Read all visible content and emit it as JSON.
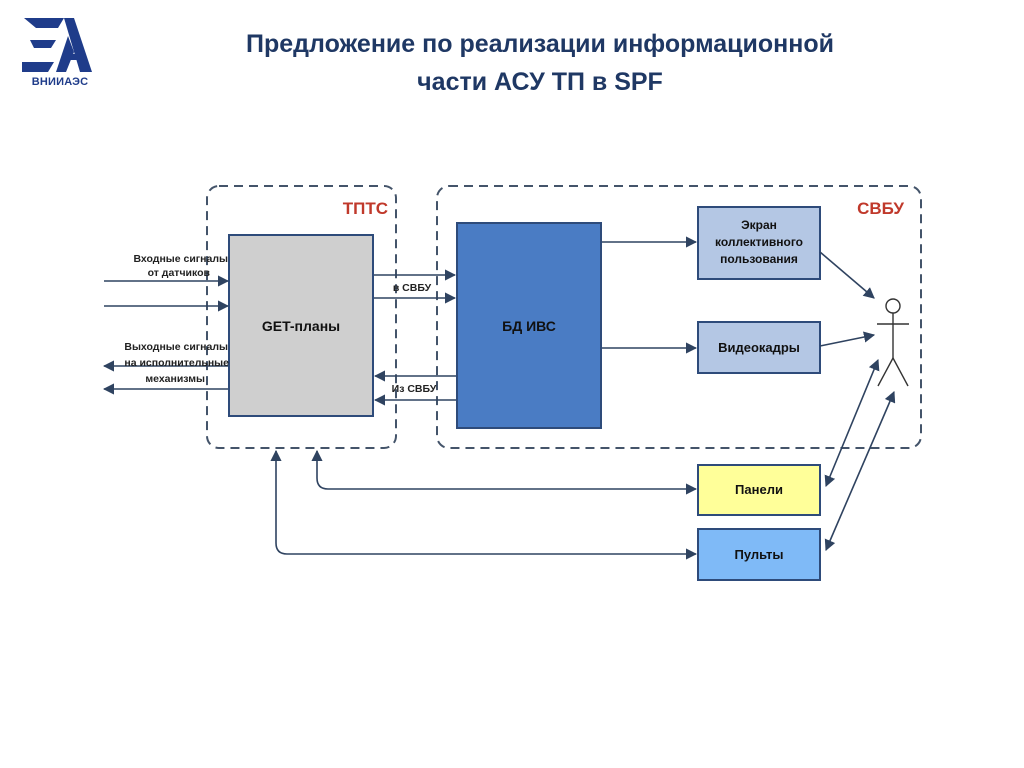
{
  "logo": {
    "caption": "ВНИИАЭС",
    "primary_color": "#1f3c8a"
  },
  "title": {
    "line1": "Предложение по реализации информационной",
    "line2": "части АСУ ТП в SPF"
  },
  "diagram": {
    "groups": {
      "tptc": "ТПТС",
      "svbu": "СВБУ"
    },
    "blocks": {
      "get_plans": "GET-планы",
      "bd_ivs": "БД ИВС",
      "screen_line1": "Экран",
      "screen_line2": "коллективного",
      "screen_line3": "пользования",
      "videoframes": "Видеокадры",
      "panels": "Панели",
      "consoles": "Пульты"
    },
    "labels": {
      "input_line1": "Входные сигналы",
      "input_line2": "от датчиков",
      "output_line1": "Выходные сигналы",
      "output_line2": "на исполнительные",
      "output_line3": "механизмы",
      "to_svbu": "в СВБУ",
      "from_svbu": "Из СВБУ"
    },
    "colors": {
      "group_title": "#c0392b",
      "dashed_border": "#44546a",
      "arrow": "#2f4360",
      "get_fill": "#cfcfcf",
      "bd_fill": "#4a7cc4",
      "light_blue_fill": "#b4c7e4",
      "panels_fill": "#ffff99",
      "consoles_fill": "#7fbaf7",
      "box_border": "#2e4b7a"
    }
  }
}
